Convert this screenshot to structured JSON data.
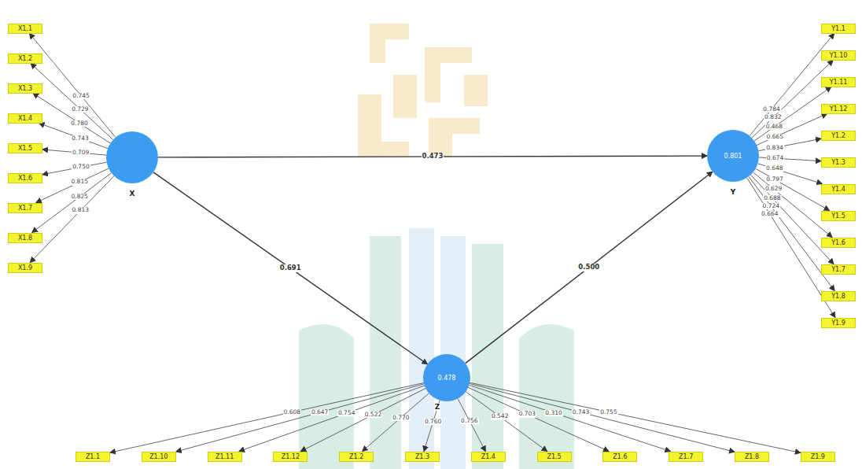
{
  "diagram": {
    "nodes": [
      {
        "text": [
          "X"
        ]
      },
      {
        "text": [
          "X1.1"
        ]
      },
      {
        "text": [
          "X1.2"
        ]
      },
      {
        "text": [
          "X1.3"
        ]
      },
      {
        "text": [
          "X1.4"
        ]
      },
      {
        "text": [
          "X1.5"
        ]
      },
      {
        "text": [
          "X1.6"
        ]
      },
      {
        "text": [
          "X1.7"
        ]
      },
      {
        "text": [
          "X1.8"
        ]
      },
      {
        "text": [
          "X1.9"
        ]
      },
      {
        "text": [
          "0.801",
          "Y"
        ]
      },
      {
        "text": [
          "Y1.1"
        ]
      },
      {
        "text": [
          "Y1.10"
        ]
      },
      {
        "text": [
          "Y1.11"
        ]
      },
      {
        "text": [
          "Y1.12"
        ]
      },
      {
        "text": [
          "Y1.2"
        ]
      },
      {
        "text": [
          "Y1.3"
        ]
      },
      {
        "text": [
          "Y1.4"
        ]
      },
      {
        "text": [
          "Y1.5"
        ]
      },
      {
        "text": [
          "Y1.6"
        ]
      },
      {
        "text": [
          "Y1.7"
        ]
      },
      {
        "text": [
          "Y1.8"
        ]
      },
      {
        "text": [
          "Y1.9"
        ]
      },
      {
        "text": [
          "0.478",
          "Z"
        ]
      },
      {
        "text": [
          "Z1.1"
        ]
      },
      {
        "text": [
          "Z1.10"
        ]
      },
      {
        "text": [
          "Z1.11"
        ]
      },
      {
        "text": [
          "Z1.12"
        ]
      },
      {
        "text": [
          "Z1.2"
        ]
      },
      {
        "text": [
          "Z1.3"
        ]
      },
      {
        "text": [
          "Z1.4"
        ]
      },
      {
        "text": [
          "Z1.5"
        ]
      },
      {
        "text": [
          "Z1.6"
        ]
      },
      {
        "text": [
          "Z1.7"
        ]
      },
      {
        "text": [
          "Z1.8"
        ]
      },
      {
        "text": [
          "Z1.9"
        ]
      }
    ],
    "edges": [
      {
        "from": 0,
        "to": 10,
        "arrow": "to",
        "label": "0.473"
      },
      {
        "from": 0,
        "to": 23,
        "arrow": "to",
        "label": "0.691"
      },
      {
        "from": 23,
        "to": 10,
        "arrow": "to",
        "label": "0.500"
      },
      {
        "from": 0,
        "to": 1,
        "arrow": "to",
        "label": "0.745"
      },
      {
        "from": 0,
        "to": 2,
        "arrow": "to",
        "label": "0.729"
      },
      {
        "from": 0,
        "to": 3,
        "arrow": "to",
        "label": "0.780"
      },
      {
        "from": 0,
        "to": 4,
        "arrow": "to",
        "label": "0.743"
      },
      {
        "from": 0,
        "to": 5,
        "arrow": "to",
        "label": "0.709"
      },
      {
        "from": 0,
        "to": 6,
        "arrow": "to",
        "label": "0.750"
      },
      {
        "from": 0,
        "to": 7,
        "arrow": "to",
        "label": "0.815"
      },
      {
        "from": 0,
        "to": 8,
        "arrow": "to",
        "label": "0.825"
      },
      {
        "from": 0,
        "to": 9,
        "arrow": "to",
        "label": "0.813"
      },
      {
        "from": 10,
        "to": 11,
        "arrow": "to",
        "label": "0.784"
      },
      {
        "from": 10,
        "to": 12,
        "arrow": "to",
        "label": "0.832"
      },
      {
        "from": 10,
        "to": 13,
        "arrow": "to",
        "label": "0.468"
      },
      {
        "from": 10,
        "to": 14,
        "arrow": "to",
        "label": "0.665"
      },
      {
        "from": 10,
        "to": 15,
        "arrow": "to",
        "label": "0.834"
      },
      {
        "from": 10,
        "to": 16,
        "arrow": "to",
        "label": "0.674"
      },
      {
        "from": 10,
        "to": 17,
        "arrow": "to",
        "label": "0.648"
      },
      {
        "from": 10,
        "to": 18,
        "arrow": "to",
        "label": "0.797"
      },
      {
        "from": 10,
        "to": 19,
        "arrow": "to",
        "label": "0.629"
      },
      {
        "from": 10,
        "to": 20,
        "arrow": "to",
        "label": "0.688"
      },
      {
        "from": 10,
        "to": 21,
        "arrow": "to",
        "label": "0.724"
      },
      {
        "from": 10,
        "to": 22,
        "arrow": "to",
        "label": "0.664"
      },
      {
        "from": 23,
        "to": 24,
        "arrow": "to",
        "label": "0.608"
      },
      {
        "from": 23,
        "to": 25,
        "arrow": "to",
        "label": "0.647"
      },
      {
        "from": 23,
        "to": 26,
        "arrow": "to",
        "label": "0.754"
      },
      {
        "from": 23,
        "to": 27,
        "arrow": "to",
        "label": "0.522"
      },
      {
        "from": 23,
        "to": 28,
        "arrow": "to",
        "label": "0.770"
      },
      {
        "from": 23,
        "to": 29,
        "arrow": "to",
        "label": "0.760"
      },
      {
        "from": 23,
        "to": 30,
        "arrow": "to",
        "label": "0.756"
      },
      {
        "from": 23,
        "to": 31,
        "arrow": "to",
        "label": "0.542"
      },
      {
        "from": 23,
        "to": 32,
        "arrow": "to",
        "label": "0.703"
      },
      {
        "from": 23,
        "to": 33,
        "arrow": "to",
        "label": "0.310"
      },
      {
        "from": 23,
        "to": 34,
        "arrow": "to",
        "label": "0.743"
      },
      {
        "from": 23,
        "to": 35,
        "arrow": "to",
        "label": "0.755"
      }
    ]
  }
}
